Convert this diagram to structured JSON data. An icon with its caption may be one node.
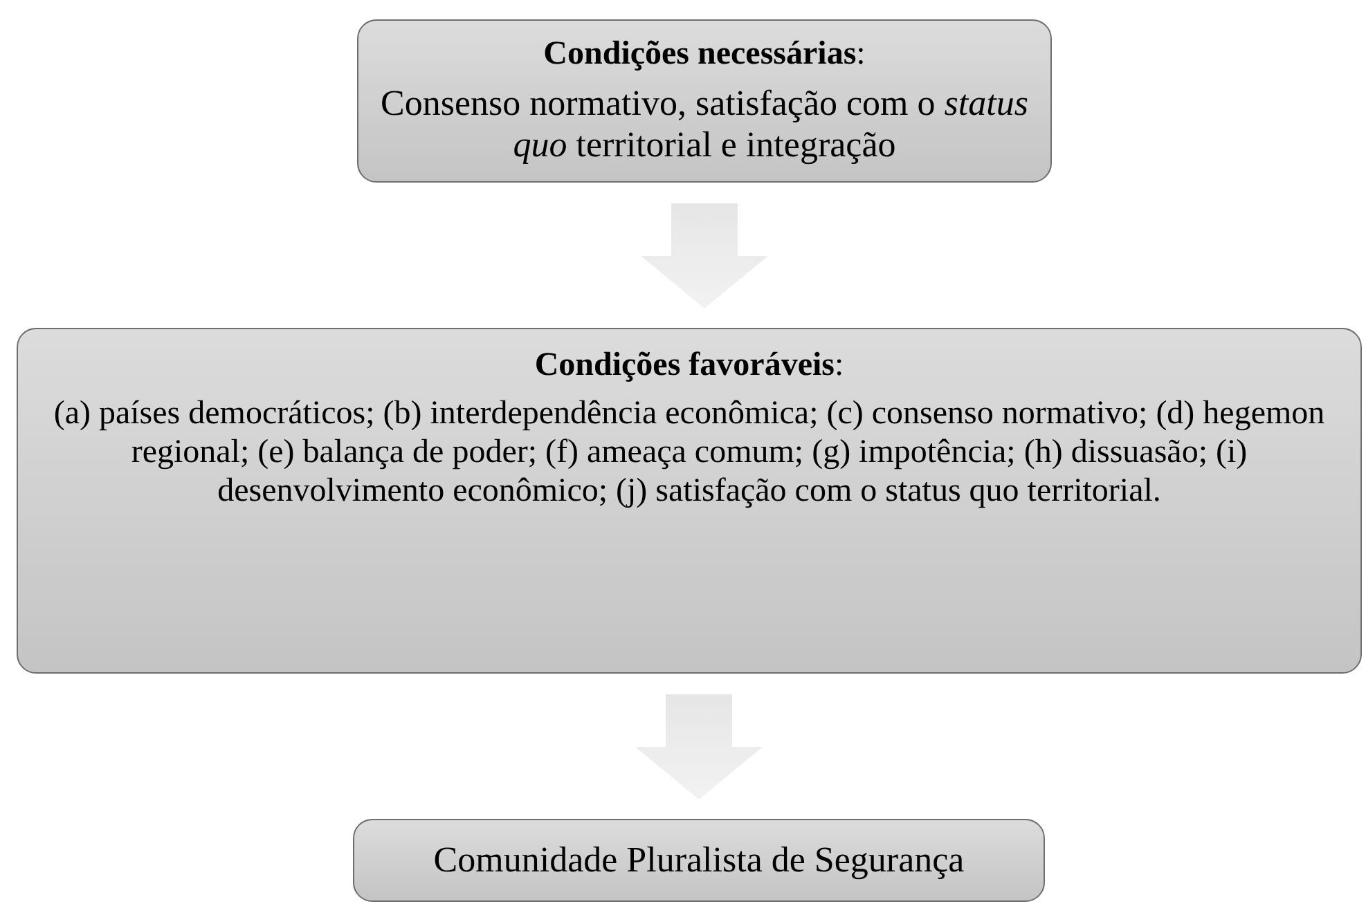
{
  "diagram": {
    "nodes": [
      {
        "text": [
          "**Condições necessárias**:",
          "Consenso normativo, satisfação com o *status quo* territorial e integração"
        ]
      },
      {
        "text": [
          "**Condições favoráveis**:",
          "(a) países democráticos; (b) interdependência econômica; (c) consenso normativo; (d) hegemon regional; (e) balança de poder; (f) ameaça comum; (g) impotência; (h) dissuasão; (i) desenvolvimento econômico; (j) satisfação com o status quo territorial."
        ]
      },
      {
        "text": [
          "Comunidade Pluralista de Segurança"
        ]
      }
    ],
    "edges": [
      {
        "from": 0,
        "to": 1,
        "arrow": "to"
      },
      {
        "from": 1,
        "to": 2,
        "arrow": "to"
      }
    ]
  }
}
